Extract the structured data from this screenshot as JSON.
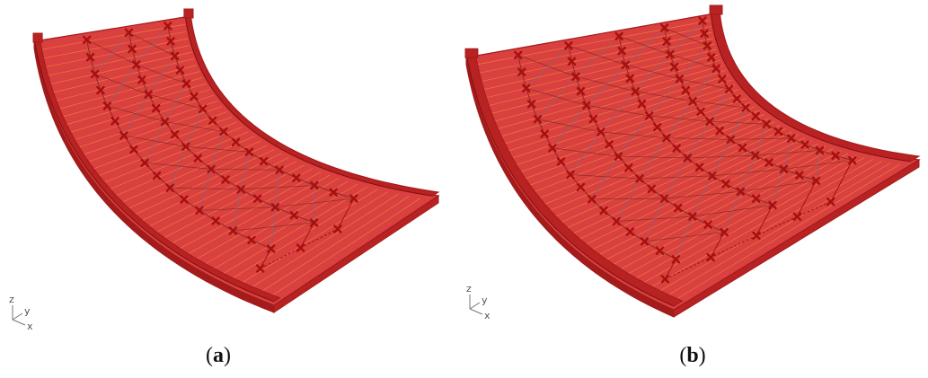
{
  "captions": {
    "a_open": "(",
    "a_letter": "a",
    "a_close": ")",
    "b_open": "(",
    "b_letter": "b",
    "b_close": ")"
  },
  "axis_labels": {
    "z": "z",
    "y": "y",
    "x": "x"
  },
  "colors": {
    "slab_fill": "#d9403f",
    "slab_edge": "#a31b1b",
    "curb": "#b82222",
    "stripe": "#f08a3a",
    "node": "#a80f0f",
    "tendon": "#8a2a2a",
    "axis": "#777777"
  },
  "panels": [
    {
      "id": "a",
      "girder_lines": 3,
      "nodes_per_line": 17
    },
    {
      "id": "b",
      "girder_lines": 5,
      "nodes_per_line": 17
    }
  ]
}
